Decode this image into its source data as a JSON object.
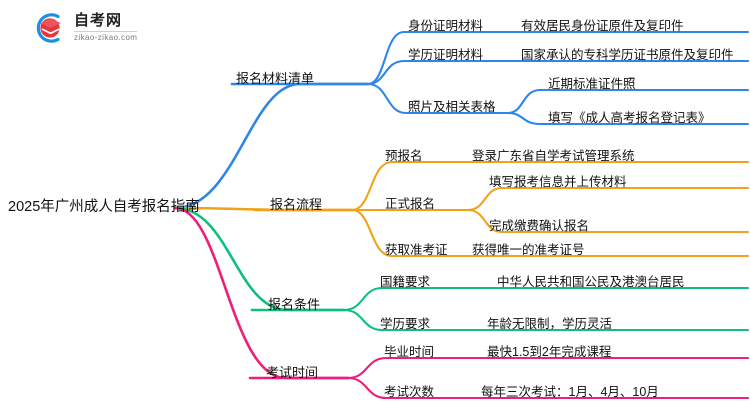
{
  "logo": {
    "name_cn": "自考网",
    "name_en": "zikao-zikao.com",
    "mark_icon": "graduation-cap-icon",
    "arc_color": "#1A8FE3",
    "cap_color": "#E8343C"
  },
  "mindmap": {
    "root": {
      "label": "2025年广州成人自考报名指南"
    },
    "branches": [
      {
        "label": "报名材料清单",
        "color": "#2E86E8",
        "children": [
          {
            "label": "身份证明材料",
            "leaves": [
              {
                "label": "有效居民身份证原件及复印件"
              }
            ]
          },
          {
            "label": "学历证明材料",
            "leaves": [
              {
                "label": "国家承认的专科学历证书原件及复印件"
              }
            ]
          },
          {
            "label": "照片及相关表格",
            "leaves": [
              {
                "label": "近期标准证件照"
              },
              {
                "label": "填写《成人高考报名登记表》"
              }
            ]
          }
        ]
      },
      {
        "label": "报名流程",
        "color": "#F0A319",
        "children": [
          {
            "label": "预报名",
            "leaves": [
              {
                "label": "登录广东省自学考试管理系统"
              }
            ]
          },
          {
            "label": "正式报名",
            "leaves": [
              {
                "label": "填写报考信息并上传材料"
              },
              {
                "label": "完成缴费确认报名"
              }
            ]
          },
          {
            "label": "获取准考证",
            "leaves": [
              {
                "label": "获得唯一的准考证号"
              }
            ]
          }
        ]
      },
      {
        "label": "报名条件",
        "color": "#0FBF7C",
        "children": [
          {
            "label": "国籍要求",
            "leaves": [
              {
                "label": "中华人民共和国公民及港澳台居民"
              }
            ]
          },
          {
            "label": "学历要求",
            "leaves": [
              {
                "label": "年龄无限制，学历灵活"
              }
            ]
          }
        ]
      },
      {
        "label": "考试时间",
        "color": "#F01E78",
        "children": [
          {
            "label": "毕业时间",
            "leaves": [
              {
                "label": "最快1.5到2年完成课程"
              }
            ]
          },
          {
            "label": "考试次数",
            "leaves": [
              {
                "label": "每年三次考试：1月、4月、10月"
              }
            ]
          }
        ]
      }
    ]
  }
}
